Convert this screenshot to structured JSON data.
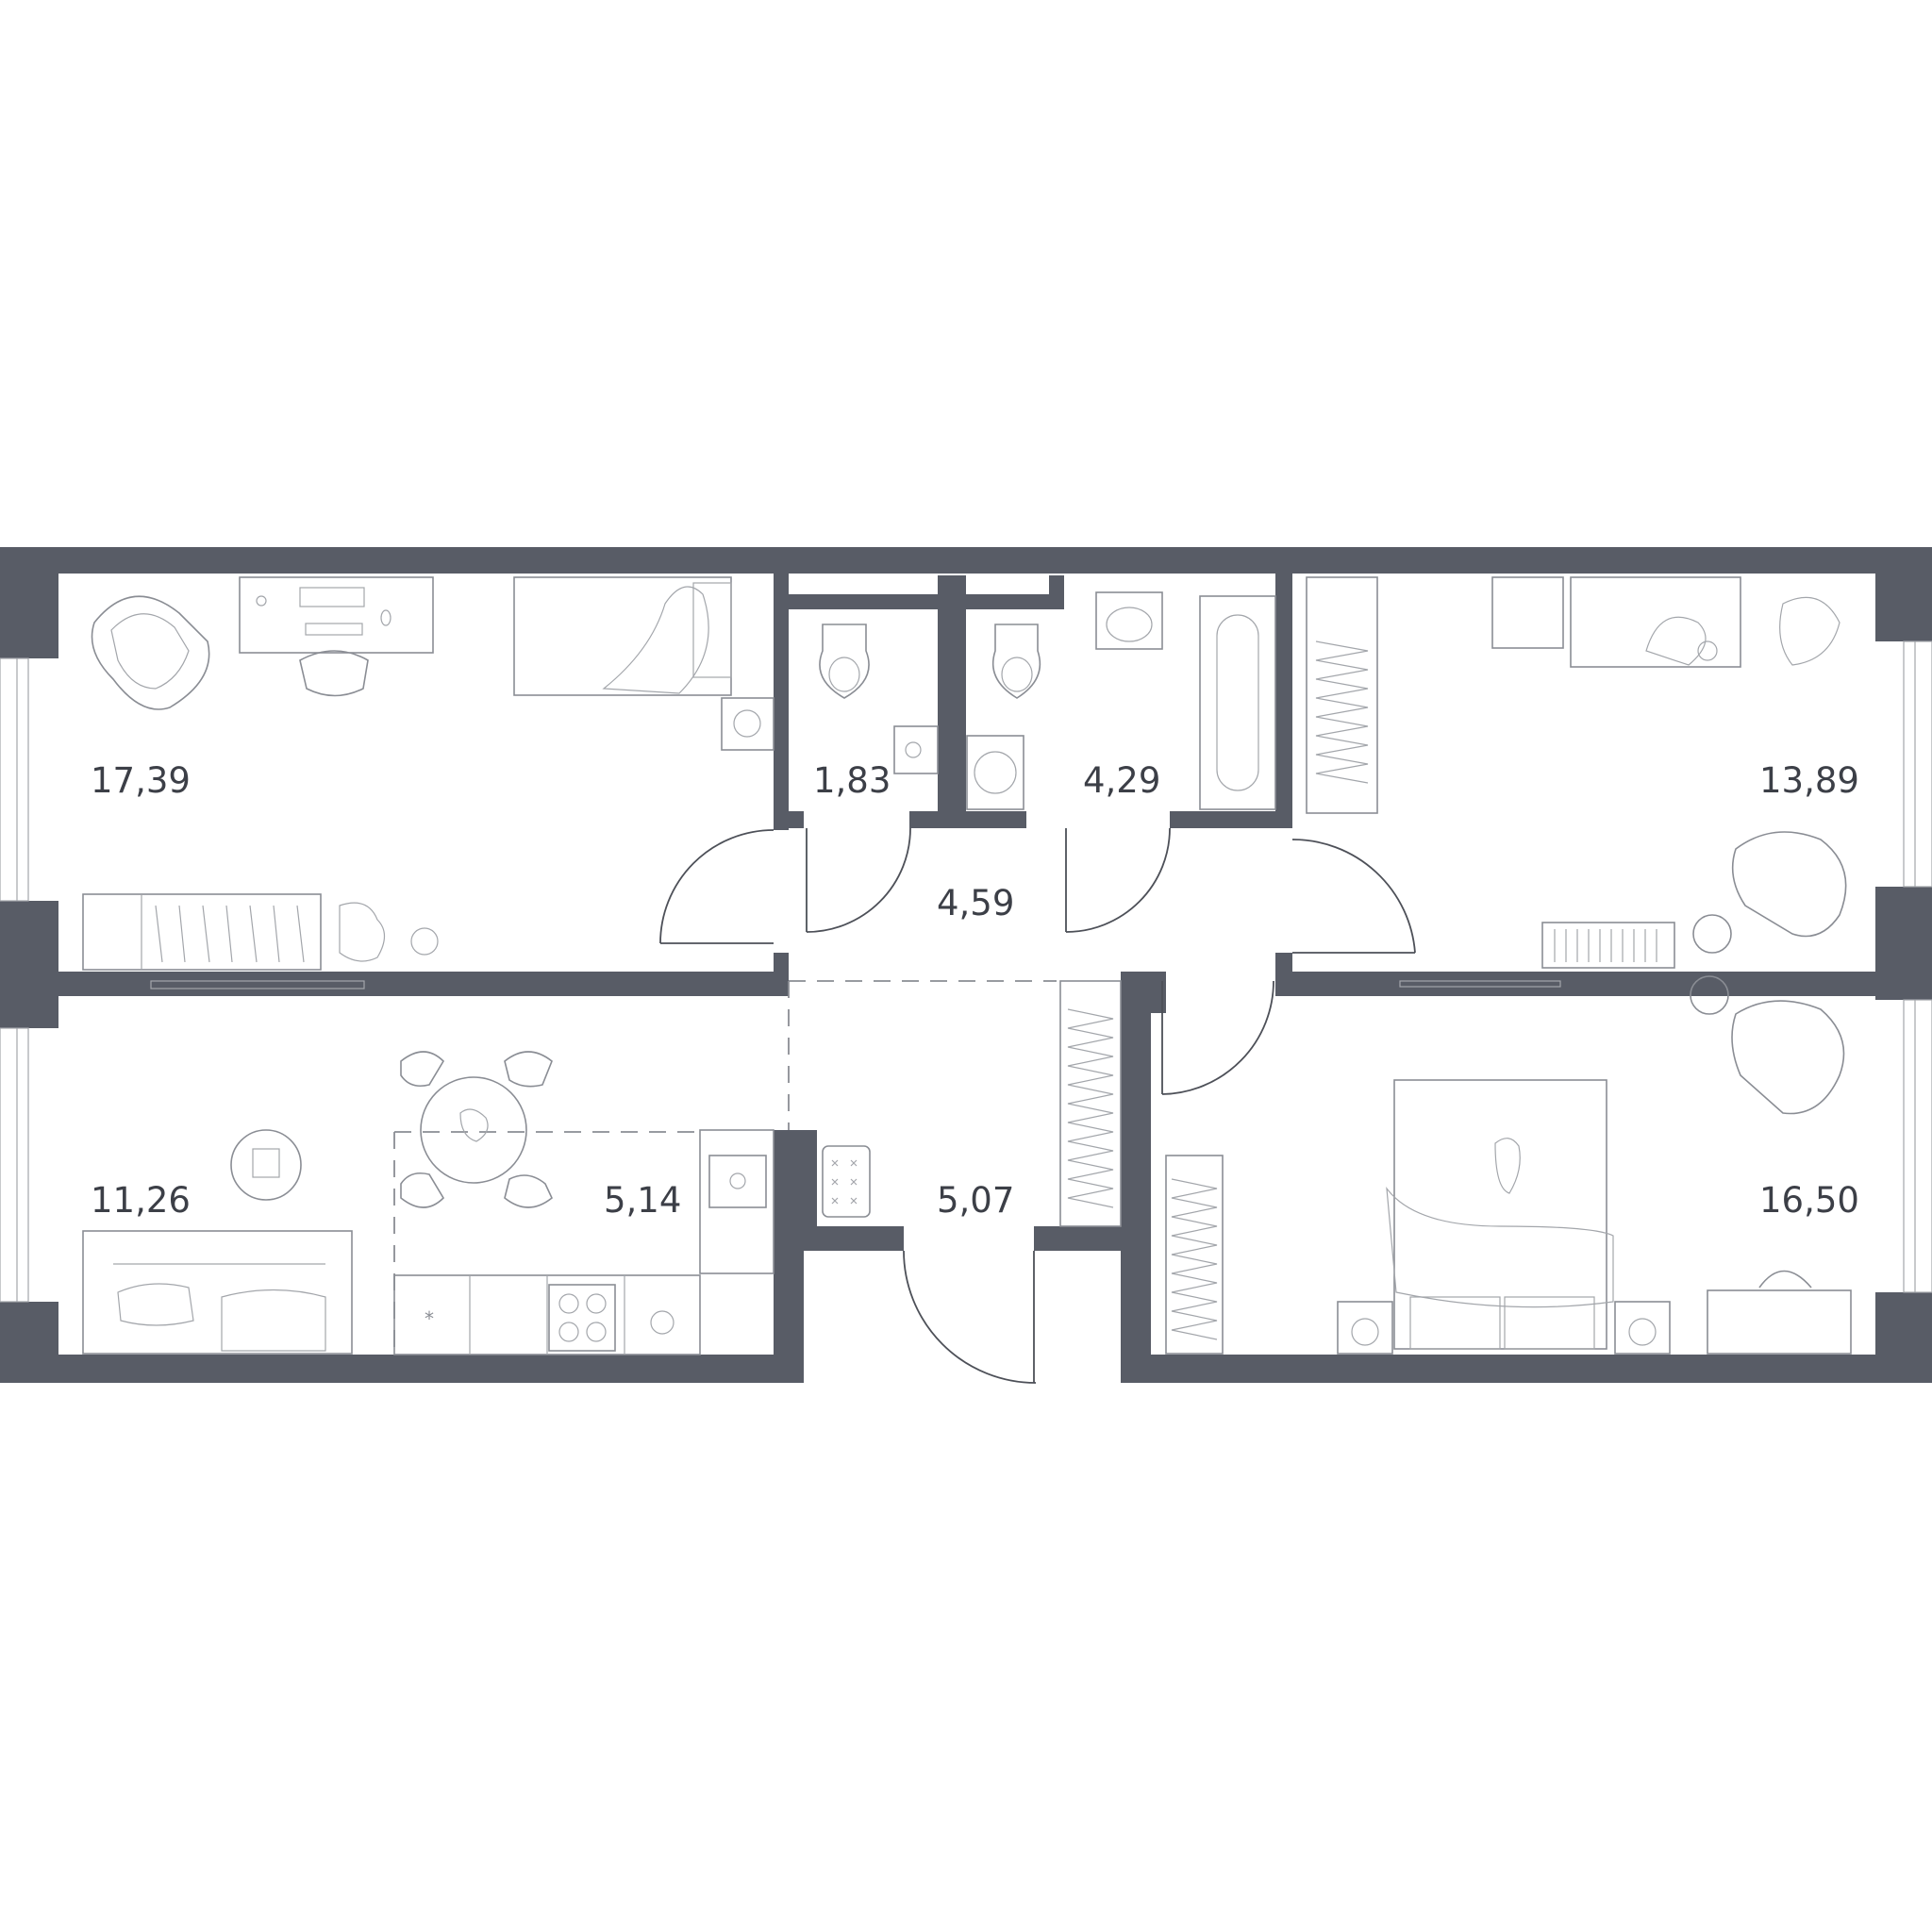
{
  "plan": {
    "wall_color": "#585c66",
    "rooms": [
      {
        "id": "bedroom-top-left",
        "area": "17,39"
      },
      {
        "id": "wc",
        "area": "1,83"
      },
      {
        "id": "bathroom",
        "area": "4,29"
      },
      {
        "id": "bedroom-top-right",
        "area": "13,89"
      },
      {
        "id": "hall-upper",
        "area": "4,59"
      },
      {
        "id": "living-room",
        "area": "11,26"
      },
      {
        "id": "kitchen",
        "area": "5,14"
      },
      {
        "id": "hall-entrance",
        "area": "5,07"
      },
      {
        "id": "bedroom-bottom-right",
        "area": "16,50"
      }
    ]
  }
}
